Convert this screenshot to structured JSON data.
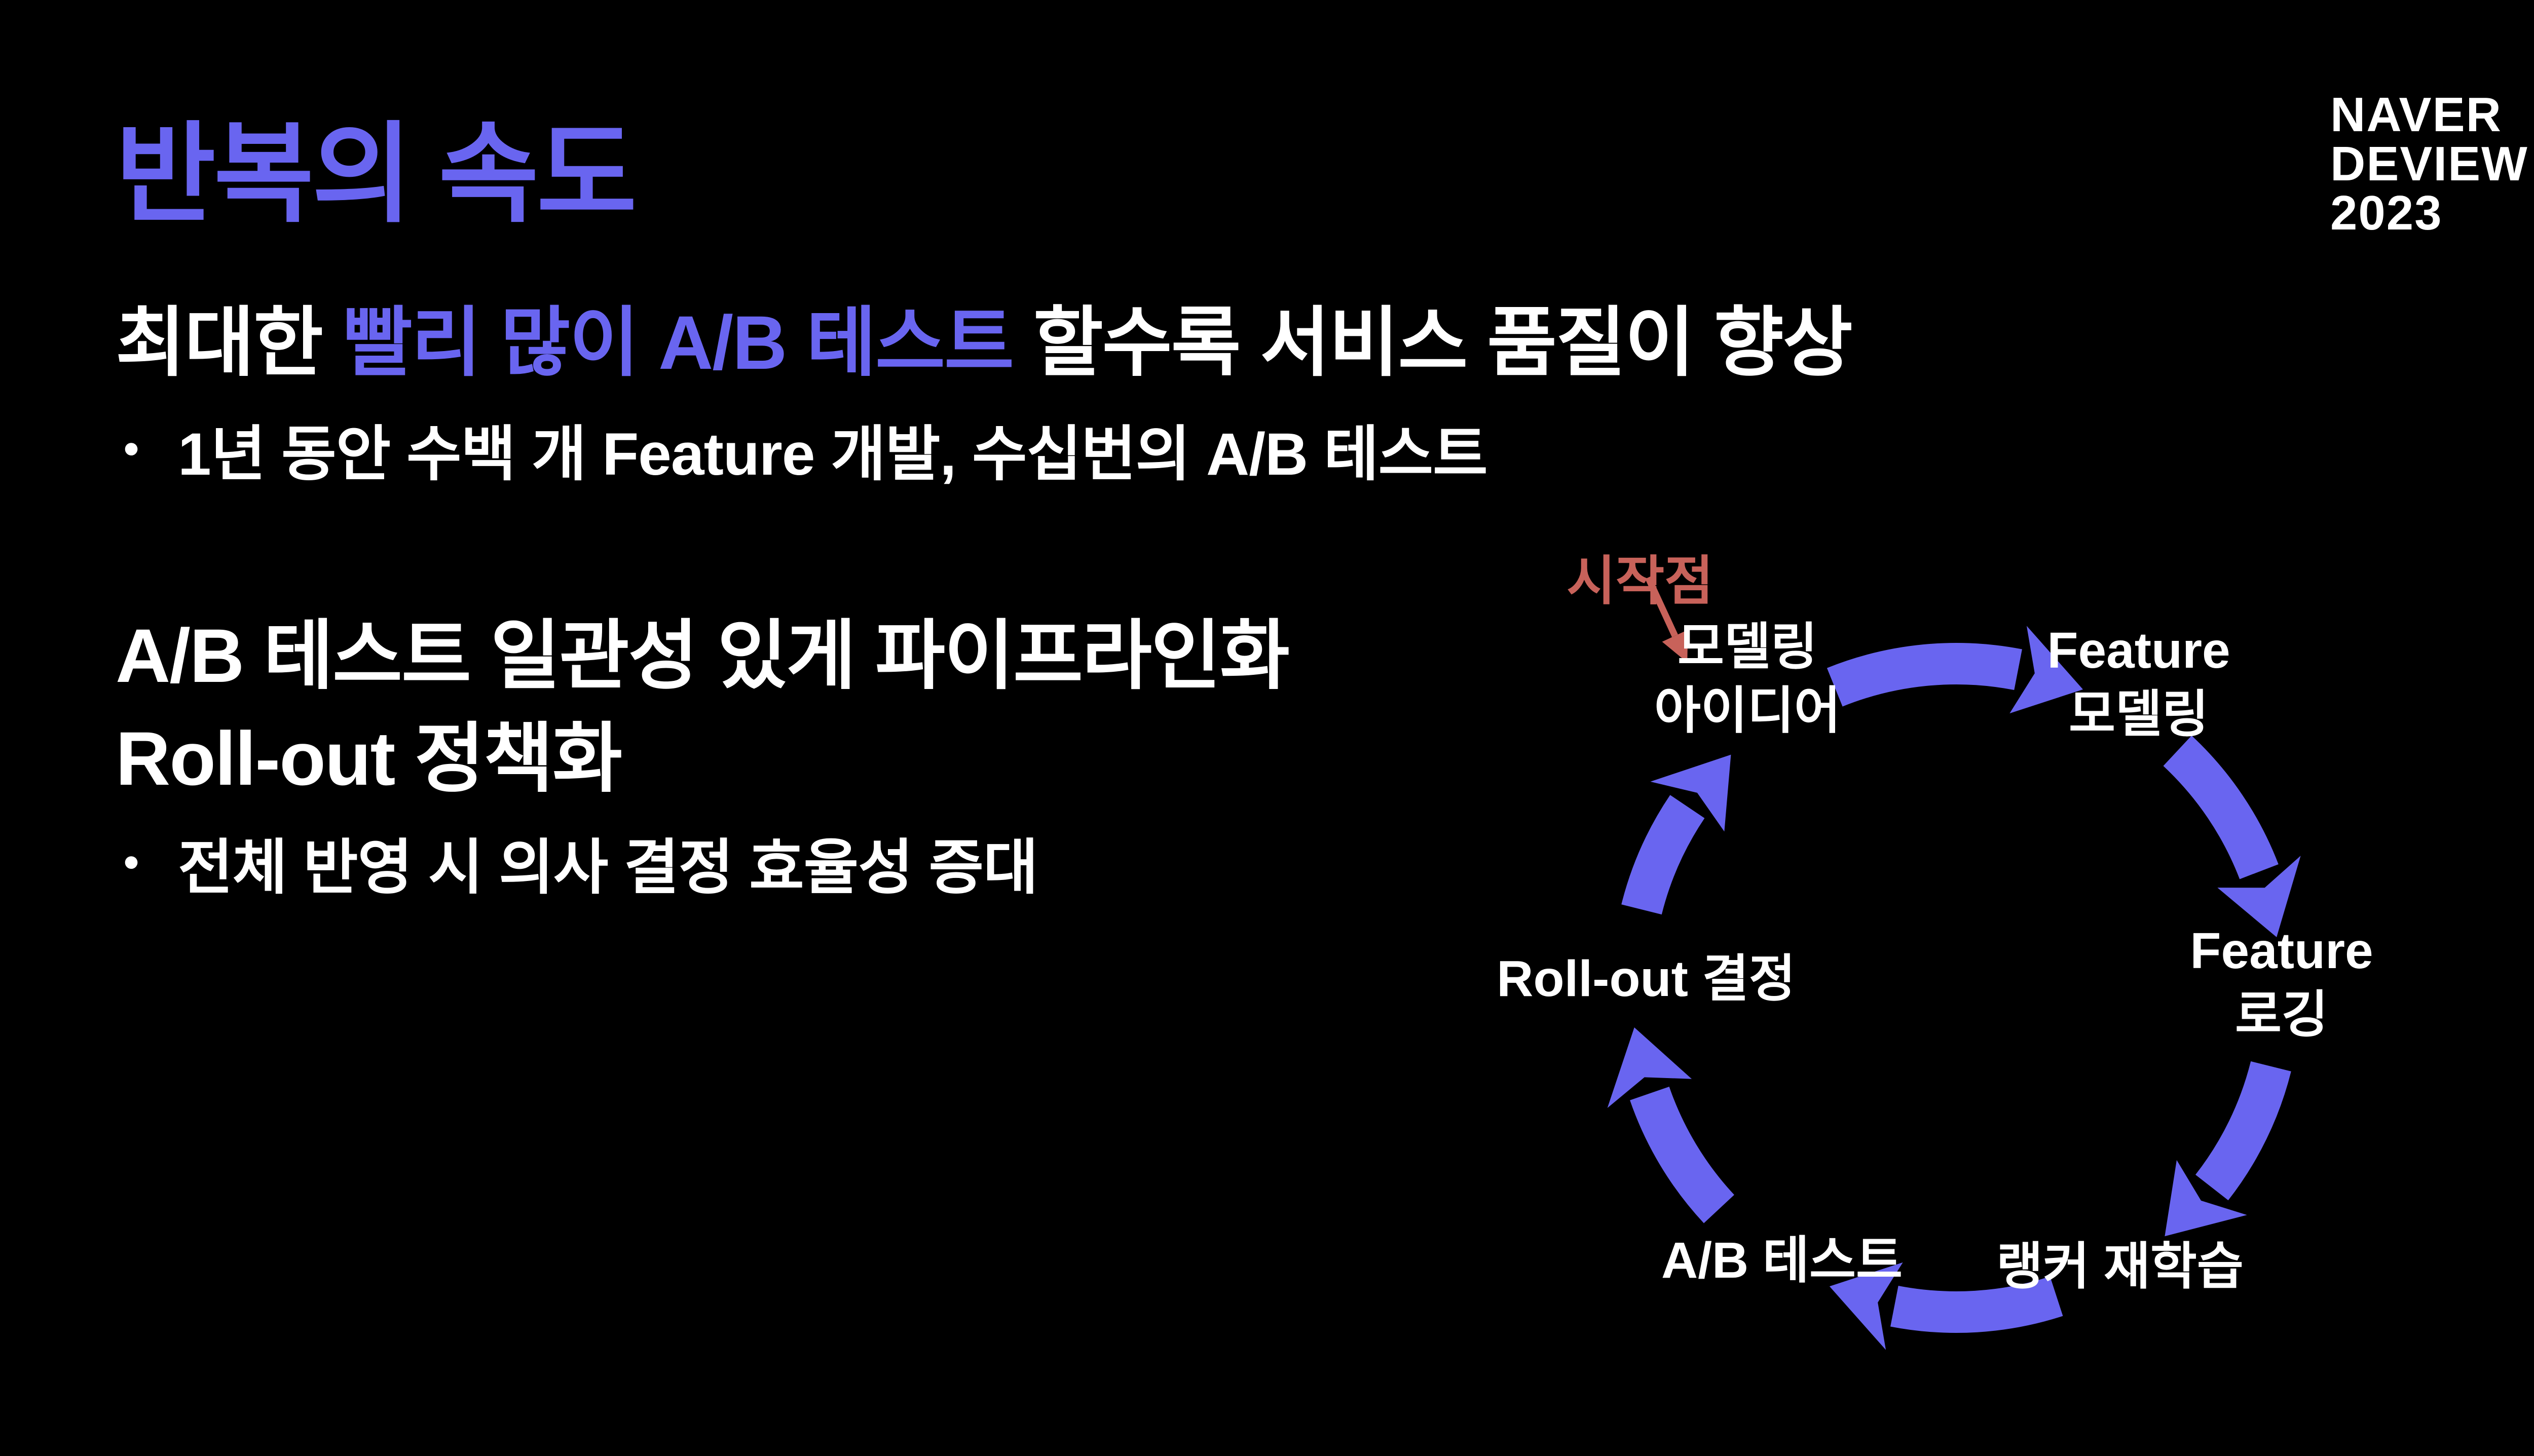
{
  "slide": {
    "title": "반복의 속도",
    "logo": {
      "line1": "NAVER",
      "line2": "DEVIEW",
      "line3": "2023"
    },
    "bullet_char": "•",
    "section1": {
      "heading_pre": "최대한 ",
      "heading_highlight": "빨리 많이 A/B 테스트",
      "heading_post": " 할수록 서비스 품질이 향상",
      "bullet": "1년 동안 수백 개 Feature 개발, 수십번의 A/B 테스트"
    },
    "section2": {
      "heading_line1": "A/B 테스트 일관성 있게 파이프라인화",
      "heading_line2": "Roll-out 정책화",
      "bullet": "전체 반영 시 의사 결정 효율성 증대"
    },
    "diagram": {
      "start_label": "시작점",
      "nodes": [
        {
          "id": "modeling-idea",
          "lines": [
            "모델링",
            "아이디어"
          ]
        },
        {
          "id": "feature-modeling",
          "lines": [
            "Feature",
            "모델링"
          ]
        },
        {
          "id": "feature-logging",
          "lines": [
            "Feature",
            "로깅"
          ]
        },
        {
          "id": "ranker-retraining",
          "lines": [
            "랭커 재학습"
          ]
        },
        {
          "id": "ab-test",
          "lines": [
            "A/B 테스트"
          ]
        },
        {
          "id": "rollout-decision",
          "lines": [
            "Roll-out 결정"
          ]
        }
      ]
    },
    "colors": {
      "background": "#000000",
      "text": "#ffffff",
      "accent": "#6965f0",
      "start_label": "#c8625a"
    }
  }
}
